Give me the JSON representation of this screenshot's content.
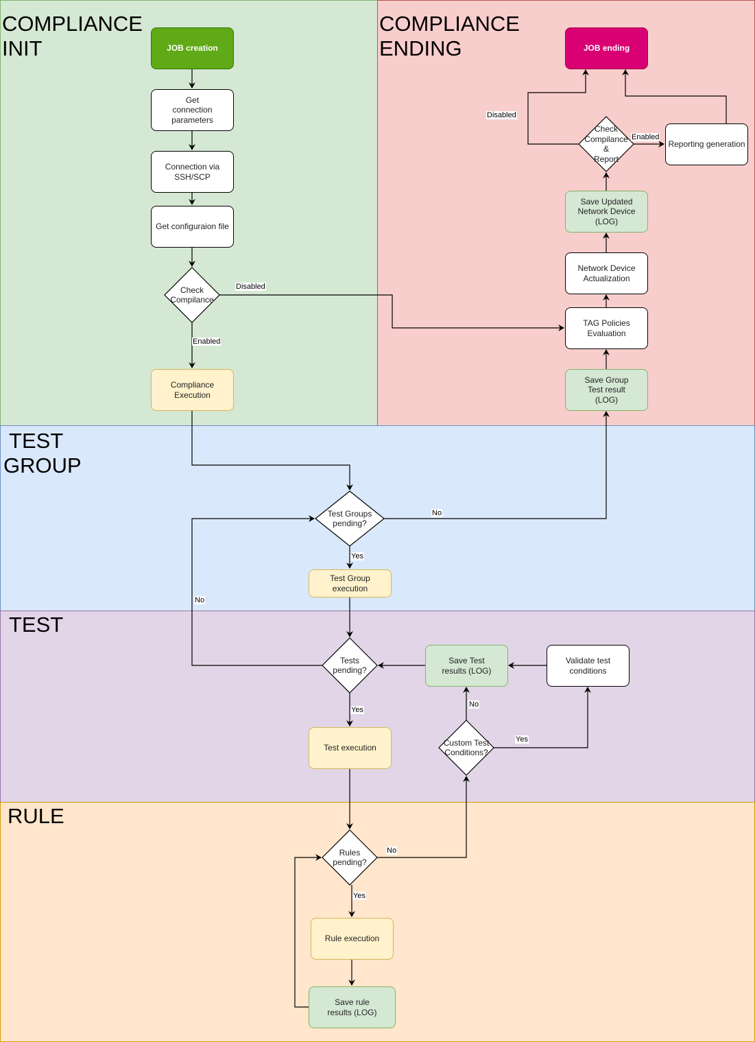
{
  "lanes": {
    "compliance_init": {
      "title": "COMPLIANCE\nINIT",
      "fill": "#d5e8d4",
      "stroke": "#82b366"
    },
    "compliance_ending": {
      "title": "COMPLIANCE\nENDING",
      "fill": "#f8cecc",
      "stroke": "#b85450"
    },
    "test_group": {
      "title": " TEST\nGROUP",
      "fill": "#dae8fc",
      "stroke": "#6c8ebf"
    },
    "test": {
      "title": "TEST",
      "fill": "#e1d5e7",
      "stroke": "#9673a6"
    },
    "rule": {
      "title": "RULE",
      "fill": "#ffe6cc",
      "stroke": "#d79b00"
    }
  },
  "nodes": {
    "job_creation": "JOB creation",
    "get_connection_parameters": "Get\nconnection\nparameters",
    "connection_ssh_scp": "Connection via\nSSH/SCP",
    "get_config_file": "Get configuraion file",
    "check_compliance": "Check\nCompilance",
    "compliance_execution": "Compliance\nExecution",
    "job_ending": "JOB ending",
    "check_compliance_report": "Check\nCompilance\n&\nReport",
    "reporting_generation": "Reporting generation",
    "save_updated_network_device": "Save Updated\nNetwork Device\n(LOG)",
    "network_device_actualization": "Network Device\nActualization",
    "tag_policies_evaluation": "TAG Policies\nEvaluation",
    "save_group_test_result": "Save Group\nTest result\n(LOG)",
    "test_groups_pending": "Test Groups\npending?",
    "test_group_execution": "Test Group\nexecution",
    "tests_pending": "Tests\npending?",
    "save_test_results": "Save Test\nresults (LOG)",
    "validate_test_conditions": "Validate test\nconditions",
    "test_execution": "Test execution",
    "custom_test_conditions": "Custom Test\nConditions?",
    "rules_pending": "Rules\npending?",
    "rule_execution": "Rule execution",
    "save_rule_results": "Save rule\nresults (LOG)"
  },
  "edge_labels": {
    "check_compliance_disabled": "Disabled",
    "check_compliance_enabled": "Enabled",
    "report_disabled": "Disabled",
    "report_enabled": "Enabled",
    "test_groups_no": "No",
    "test_groups_yes": "Yes",
    "tests_no": "No",
    "tests_yes": "Yes",
    "custom_no": "No",
    "custom_yes": "Yes",
    "rules_no": "No",
    "rules_yes": "Yes"
  },
  "colors": {
    "start": "#60a917",
    "end": "#d80073",
    "log_node": "#d5e8d4",
    "execution_node": "#fff2cc",
    "edge": "#000000"
  }
}
